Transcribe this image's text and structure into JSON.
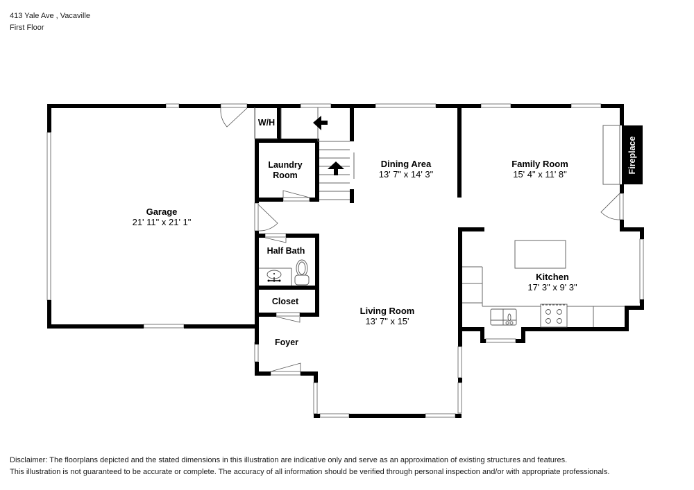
{
  "header": {
    "address": "413 Yale Ave , Vacaville",
    "floor": "First Floor"
  },
  "rooms": {
    "garage": {
      "name": "Garage",
      "dimensions": "21' 11\" x 21' 1\""
    },
    "wh": {
      "name": "W/H"
    },
    "laundry": {
      "name_line1": "Laundry",
      "name_line2": "Room"
    },
    "dining": {
      "name": "Dining Area",
      "dimensions": "13' 7\" x 14' 3\""
    },
    "family": {
      "name": "Family Room",
      "dimensions": "15' 4\" x 11' 8\""
    },
    "fireplace": {
      "name": "Fireplace"
    },
    "half_bath": {
      "name": "Half Bath"
    },
    "closet": {
      "name": "Closet"
    },
    "kitchen": {
      "name": "Kitchen",
      "dimensions": "17' 3\" x 9' 3\""
    },
    "living": {
      "name": "Living Room",
      "dimensions": "13' 7\" x 15'"
    },
    "foyer": {
      "name": "Foyer"
    }
  },
  "icons": {
    "stair_arrow_up": "stairs-up-arrow",
    "stair_arrow_left": "stairs-left-arrow",
    "toilet": "toilet",
    "sink": "sink",
    "stove": "stove",
    "kitchen_sink": "kitchen-sink",
    "island": "kitchen-island"
  },
  "disclaimer": {
    "line1": "Disclaimer: The floorplans depicted and the stated dimensions in this illustration are indicative only and serve as an approximation of existing structures and features.",
    "line2": "This illustration is not guaranteed to be accurate or complete. The accuracy of all information should be verified through personal inspection and/or with appropriate professionals."
  }
}
